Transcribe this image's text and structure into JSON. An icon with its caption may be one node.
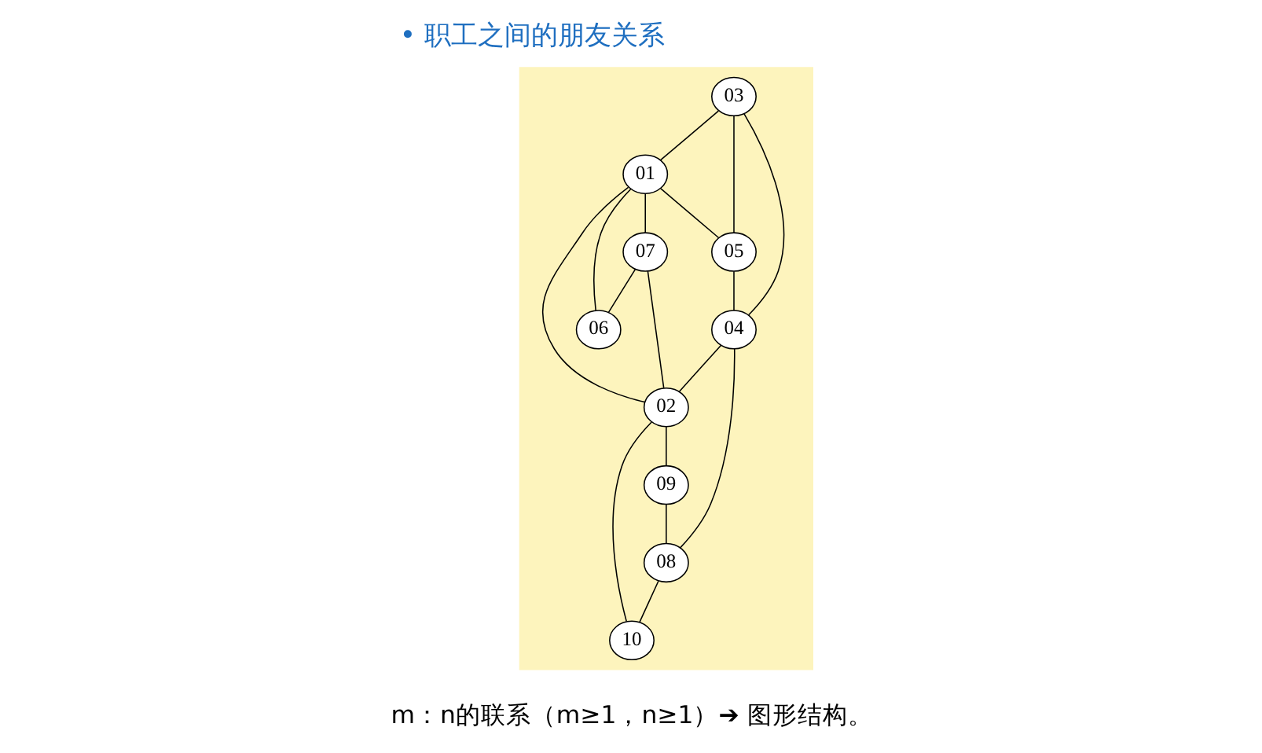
{
  "diagram": {
    "title": "职工之间的朋友关系",
    "caption": "m：n的联系（m≥1，n≥1）➔ 图形结构。",
    "nodes": [
      {
        "text": [],
        "shape": "box"
      },
      {
        "text": [
          "03"
        ],
        "in": 0
      },
      {
        "text": [
          "01"
        ],
        "in": 0
      },
      {
        "text": [
          "05"
        ],
        "in": 0
      },
      {
        "text": [
          "04"
        ],
        "in": 0
      },
      {
        "text": [
          "07"
        ],
        "in": 0
      },
      {
        "text": [
          "02"
        ],
        "in": 0
      },
      {
        "text": [
          "08"
        ],
        "in": 0
      },
      {
        "text": [
          "06"
        ],
        "in": 0
      },
      {
        "text": [
          "09"
        ],
        "in": 0
      },
      {
        "text": [
          "10"
        ],
        "in": 0
      }
    ],
    "edges": [
      {
        "from": 1,
        "to": 2,
        "arrow": "none"
      },
      {
        "from": 1,
        "to": 3,
        "arrow": "none"
      },
      {
        "from": 1,
        "to": 4,
        "arrow": "none"
      },
      {
        "from": 2,
        "to": 3,
        "arrow": "none"
      },
      {
        "from": 3,
        "to": 4,
        "arrow": "none"
      },
      {
        "from": 2,
        "to": 5,
        "arrow": "none"
      },
      {
        "from": 2,
        "to": 8,
        "arrow": "none"
      },
      {
        "from": 2,
        "to": 6,
        "arrow": "none"
      },
      {
        "from": 4,
        "to": 6,
        "arrow": "none"
      },
      {
        "from": 4,
        "to": 7,
        "arrow": "none"
      },
      {
        "from": 5,
        "to": 6,
        "arrow": "none"
      },
      {
        "from": 5,
        "to": 8,
        "arrow": "none"
      },
      {
        "from": 6,
        "to": 9,
        "arrow": "none"
      },
      {
        "from": 6,
        "to": 10,
        "arrow": "none"
      },
      {
        "from": 9,
        "to": 7,
        "arrow": "none"
      },
      {
        "from": 7,
        "to": 10,
        "arrow": "none"
      }
    ],
    "labels": [
      "•"
    ]
  }
}
